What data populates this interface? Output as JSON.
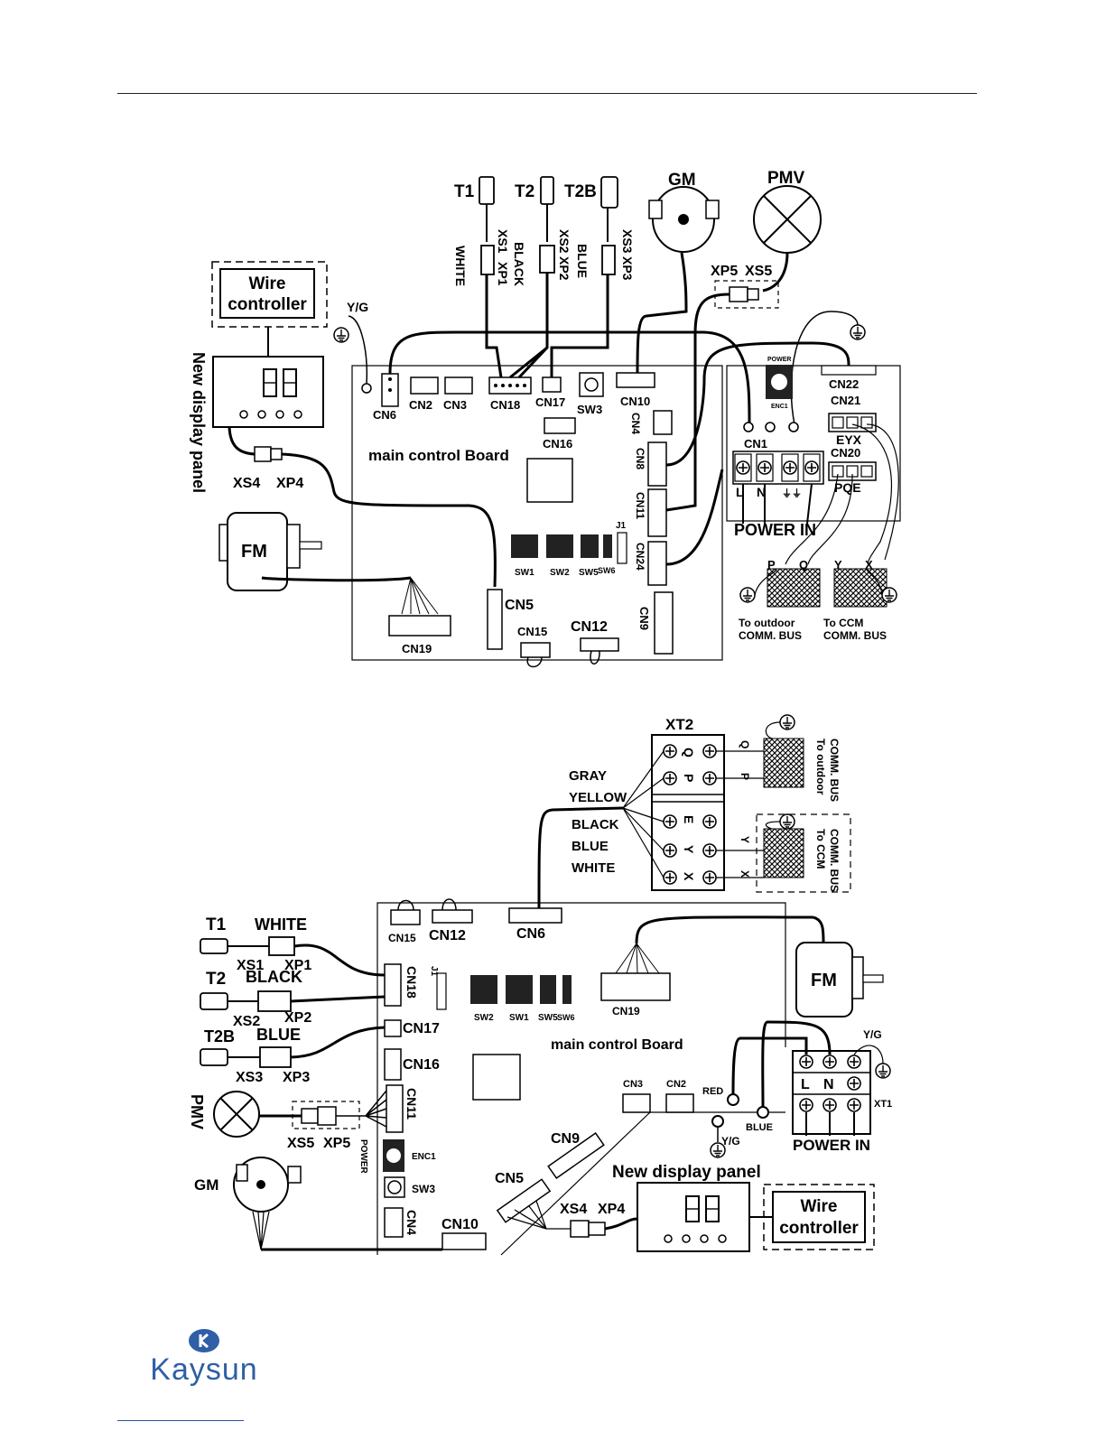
{
  "diagram_top": {
    "sensors": {
      "t1": "T1",
      "t2": "T2",
      "t2b": "T2B",
      "gm": "GM",
      "pmv": "PMV"
    },
    "wire_colors": {
      "white": "WHITE",
      "black": "BLACK",
      "blue": "BLUE"
    },
    "connectors": {
      "xs1": "XS1",
      "xp1": "XP1",
      "xs2": "XS2",
      "xp2": "XP2",
      "xs3": "XS3",
      "xp3": "XP3",
      "xs4": "XS4",
      "xp4": "XP4",
      "xp5": "XP5",
      "xs5": "XS5"
    },
    "wire_controller": "Wire controller",
    "display_panel": "New display panel",
    "yg": "Y/G",
    "board_label": "main control Board",
    "cn": {
      "cn1": "CN1",
      "cn2": "CN2",
      "cn3": "CN3",
      "cn4": "CN4",
      "cn5": "CN5",
      "cn6": "CN6",
      "cn8": "CN8",
      "cn9": "CN9",
      "cn10": "CN10",
      "cn11": "CN11",
      "cn12": "CN12",
      "cn15": "CN15",
      "cn16": "CN16",
      "cn17": "CN17",
      "cn18": "CN18",
      "cn19": "CN19",
      "cn20": "CN20",
      "cn21": "CN21",
      "cn22": "CN22",
      "cn24": "CN24"
    },
    "sw": {
      "sw1": "SW1",
      "sw2": "SW2",
      "sw3": "SW3",
      "sw5": "SW5",
      "sw6": "SW6",
      "j1": "J1",
      "enc1": "ENC1"
    },
    "terminals": {
      "l": "L",
      "n": "N",
      "eyx": "EYX",
      "pqe": "PQE",
      "p": "P",
      "q": "Q",
      "y": "Y",
      "x": "X"
    },
    "power_in": "POWER IN",
    "fm": "FM",
    "outdoor": "To outdoor COMM. BUS",
    "ccm": "To CCM COMM. BUS"
  },
  "diagram_bottom": {
    "xt2": "XT2",
    "xt1": "XT1",
    "wire_colors": [
      "GRAY",
      "YELLOW",
      "BLACK",
      "BLUE",
      "WHITE"
    ],
    "sensor_colors": {
      "white": "WHITE",
      "black": "BLACK",
      "blue": "BLUE"
    },
    "sensors": {
      "t1": "T1",
      "t2": "T2",
      "t2b": "T2B",
      "pmv": "PMV",
      "gm": "GM"
    },
    "connectors": {
      "xs1": "XS1",
      "xp1": "XP1",
      "xs2": "XS2",
      "xp2": "XP2",
      "xs3": "XS3",
      "xp3": "XP3",
      "xs4": "XS4",
      "xp4": "XP4",
      "xs5": "XS5",
      "xp5": "XP5"
    },
    "board_label": "main control Board",
    "cn": {
      "cn2": "CN2",
      "cn3": "CN3",
      "cn4": "CN4",
      "cn5": "CN5",
      "cn6": "CN6",
      "cn9": "CN9",
      "cn10": "CN10",
      "cn11": "CN11",
      "cn12": "CN12",
      "cn15": "CN15",
      "cn16": "CN16",
      "cn17": "CN17",
      "cn18": "CN18",
      "cn19": "CN19"
    },
    "sw": {
      "sw1": "SW1",
      "sw2": "SW2",
      "sw3": "SW3",
      "sw5": "SW5",
      "sw6": "SW6",
      "j1": "J1",
      "enc1": "ENC1",
      "power": "POWER"
    },
    "red": "RED",
    "blue": "BLUE",
    "yg": "Y/G",
    "l": "L",
    "n": "N",
    "power_in": "POWER IN",
    "display_panel": "New display panel",
    "wire_controller": "Wire controller",
    "fm": "FM",
    "outdoor": "To outdoor COMM. BUS",
    "ccm": "To CCM COMM. BUS",
    "p": "P",
    "q": "Q",
    "e": "E",
    "y": "Y",
    "x": "X"
  },
  "logo": {
    "text": "Kaysun",
    "color": "#2f5fa6"
  }
}
